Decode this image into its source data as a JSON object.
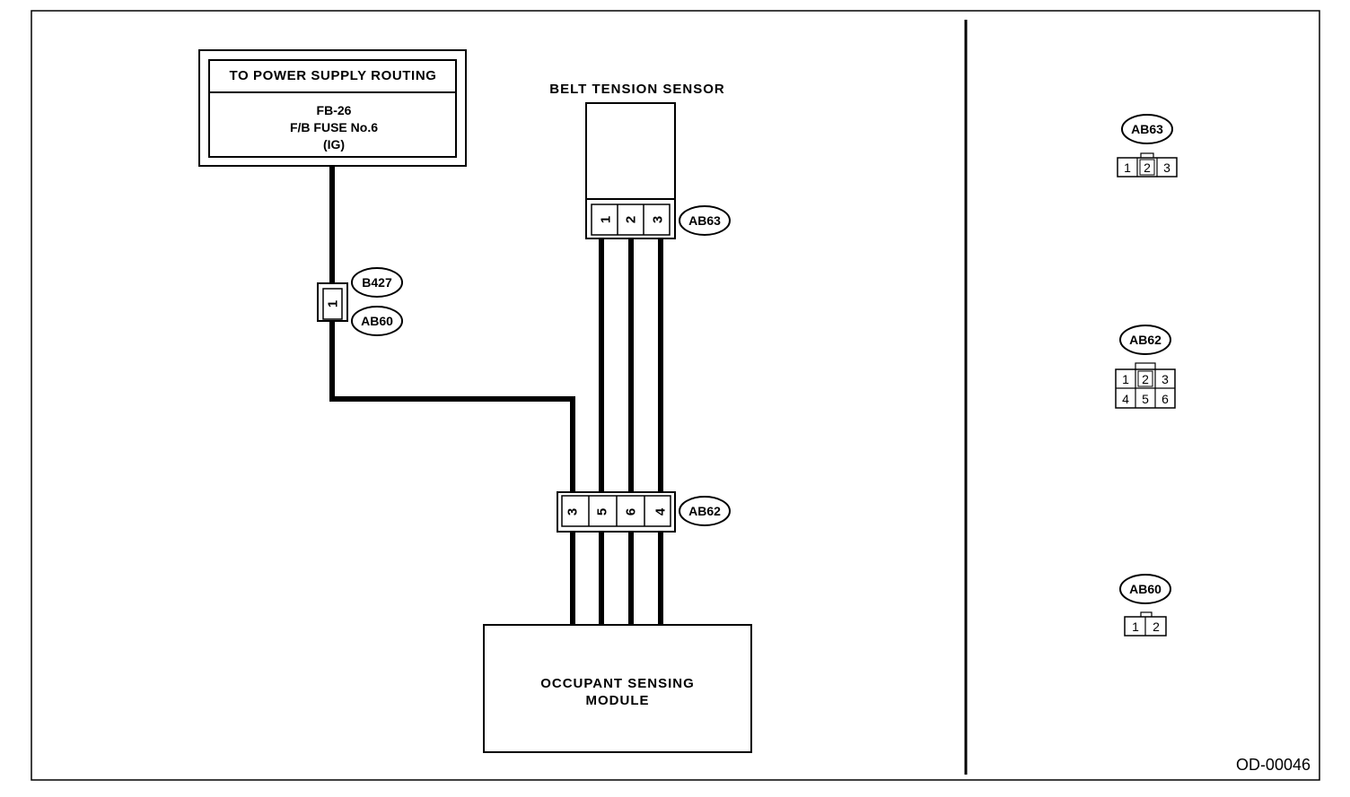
{
  "power_supply": {
    "title": "TO POWER SUPPLY ROUTING",
    "lines": [
      "FB-26",
      "F/B FUSE No.6",
      "(IG)"
    ]
  },
  "belt_tension_sensor": {
    "label": "BELT TENSION SENSOR",
    "connector": "AB63",
    "pins": [
      "1",
      "2",
      "3"
    ]
  },
  "inline_connector": {
    "pin": "1",
    "labels": [
      "B427",
      "AB60"
    ]
  },
  "module_connector": {
    "connector": "AB62",
    "pins": [
      "3",
      "5",
      "6",
      "4"
    ]
  },
  "module": {
    "lines": [
      "OCCUPANT SENSING",
      "MODULE"
    ]
  },
  "legend": [
    {
      "connector": "AB63",
      "pins": [
        [
          "1",
          "2",
          "3"
        ]
      ]
    },
    {
      "connector": "AB62",
      "pins": [
        [
          "1",
          "2",
          "3"
        ],
        [
          "4",
          "5",
          "6"
        ]
      ]
    },
    {
      "connector": "AB60",
      "pins": [
        [
          "1",
          "2"
        ]
      ]
    }
  ],
  "diagram_code": "OD-00046"
}
